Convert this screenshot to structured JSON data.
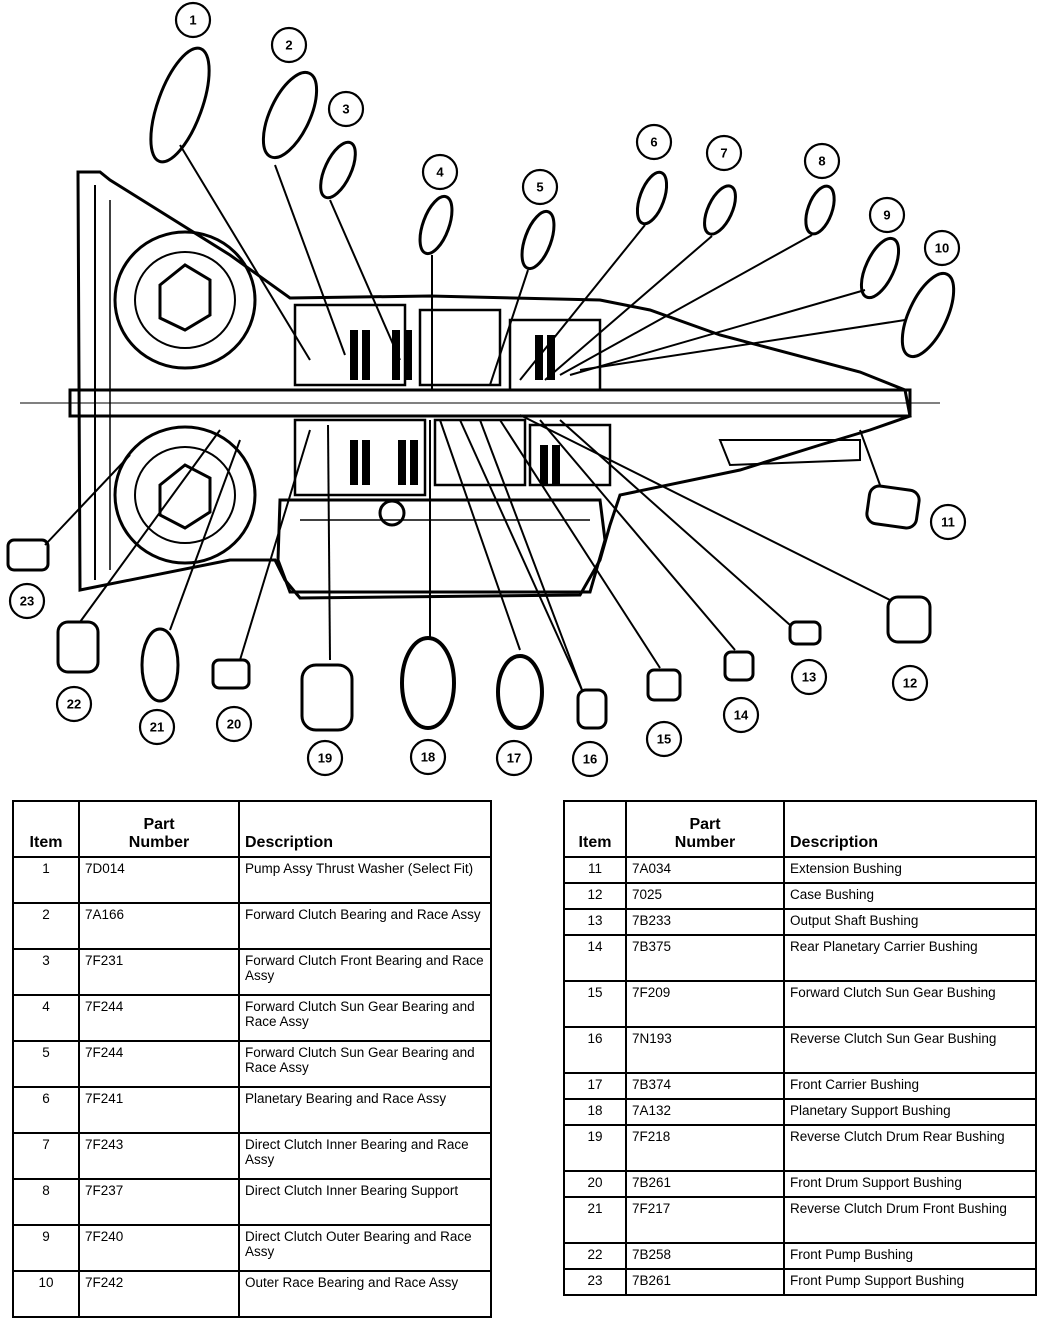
{
  "callouts": [
    "1",
    "2",
    "3",
    "4",
    "5",
    "6",
    "7",
    "8",
    "9",
    "10",
    "11",
    "12",
    "13",
    "14",
    "15",
    "16",
    "17",
    "18",
    "19",
    "20",
    "21",
    "22",
    "23"
  ],
  "table_left": {
    "headers": {
      "item": "Item",
      "part_number": "Part\nNumber",
      "description": "Description"
    },
    "rows": [
      {
        "item": "1",
        "part": "7D014",
        "desc": "Pump Assy Thrust Washer (Select Fit)"
      },
      {
        "item": "2",
        "part": "7A166",
        "desc": "Forward Clutch Bearing and Race Assy"
      },
      {
        "item": "3",
        "part": "7F231",
        "desc": "Forward Clutch Front Bearing and Race Assy"
      },
      {
        "item": "4",
        "part": "7F244",
        "desc": "Forward Clutch Sun Gear Bearing and Race Assy"
      },
      {
        "item": "5",
        "part": "7F244",
        "desc": "Forward Clutch Sun Gear Bearing and Race Assy"
      },
      {
        "item": "6",
        "part": "7F241",
        "desc": "Planetary Bearing and Race Assy"
      },
      {
        "item": "7",
        "part": "7F243",
        "desc": "Direct Clutch Inner Bearing and Race Assy"
      },
      {
        "item": "8",
        "part": "7F237",
        "desc": "Direct Clutch Inner Bearing Support"
      },
      {
        "item": "9",
        "part": "7F240",
        "desc": "Direct Clutch Outer Bearing and Race Assy"
      },
      {
        "item": "10",
        "part": "7F242",
        "desc": "Outer Race Bearing and Race Assy"
      }
    ]
  },
  "table_right": {
    "headers": {
      "item": "Item",
      "part_number": "Part\nNumber",
      "description": "Description"
    },
    "rows": [
      {
        "item": "11",
        "part": "7A034",
        "desc": "Extension Bushing"
      },
      {
        "item": "12",
        "part": "7025",
        "desc": "Case Bushing"
      },
      {
        "item": "13",
        "part": "7B233",
        "desc": "Output Shaft Bushing"
      },
      {
        "item": "14",
        "part": "7B375",
        "desc": "Rear Planetary Carrier Bushing"
      },
      {
        "item": "15",
        "part": "7F209",
        "desc": "Forward Clutch Sun Gear Bushing"
      },
      {
        "item": "16",
        "part": "7N193",
        "desc": "Reverse Clutch Sun Gear Bushing"
      },
      {
        "item": "17",
        "part": "7B374",
        "desc": "Front Carrier Bushing"
      },
      {
        "item": "18",
        "part": "7A132",
        "desc": "Planetary Support Bushing"
      },
      {
        "item": "19",
        "part": "7F218",
        "desc": "Reverse Clutch Drum Rear Bushing"
      },
      {
        "item": "20",
        "part": "7B261",
        "desc": "Front Drum Support Bushing"
      },
      {
        "item": "21",
        "part": "7F217",
        "desc": "Reverse Clutch Drum Front Bushing"
      },
      {
        "item": "22",
        "part": "7B258",
        "desc": "Front Pump Bushing"
      },
      {
        "item": "23",
        "part": "7B261",
        "desc": "Front Pump Support Bushing"
      }
    ]
  }
}
